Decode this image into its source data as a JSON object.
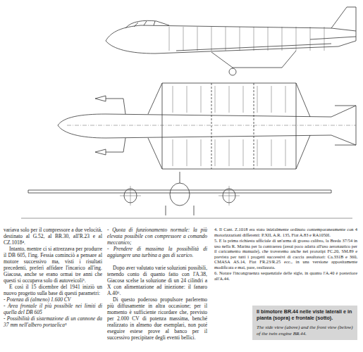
{
  "diagram": {
    "nodes": [
      {
        "text": [
          "Il bimotore BR.44 nelle viste laterali e in pianta (sopra) e frontale (sotto).",
          "The side view (above) and the front view (below) of the twin engine BR.44."
        ]
      }
    ],
    "labels": [
      "variava solo per il compressore a due velocità, destinato al G.52, al BR.30, all'R.23 e al CZ.1018⁴.",
      "Intanto, mentre ci si attrezzava per produrre il DB 605, l'ing. Fessia cominciò a pensare al motore successivo ma, visti i risultati precedenti, preferì affidare l'incarico all'ing. Giacosa, anche se erano ormai tre anni che questi si occupava solo di autoveicoli⁵.",
      "E così il 15 dicembre del 1941 iniziò un nuovo progetto sulla base di questi parametri:",
      "- Potenza di (almeno) 1.600 CV",
      "- Area frontale il più possibile nei limiti di quella del DB 605",
      "- Possibilità di sistemazione di un cannone da 37 mm nell'albero portaelica⁵",
      "- Quota di funzionamento normale: la più elevata possibile con compressore a comando meccanico;",
      "- Prendere di massima la possibilità di aggiungere una turbina a gas di scarico.",
      "Dopo aver valutato varie soluzioni possibili, tenendo conto di quanto fatto con l'A.38, Giacosa scelse la soluzione di un 24 cilindri a X con alimentazione ad iniezione: il fanaro A.40⁶.",
      "Di questo poderoso propulsore parleremo più diffusamente in altra occasione; per il momento è sufficiente ricordare che, previsto per 2.000 CV di potenza massima, benché realizzato in almeno due esemplari, non poté eseguire estese prove al banco per il successivo precipitare degli eventi bellici.",
      "4. Il Cant. Z.1018 era stato inizialmente ordinato contemporaneamente con 4 motorizzazioni differenti: P.XII, A.R. 135, Fiat A.83 e RA1050I.",
      "5. E la prima richiesta ufficiale di un'arma di grosso calibro, la Breda 37/54 in uso nella R. Marina per la contraerea (assai poco adatta all'uso aeronautico per il caricamento manuale), che troveremo anche nei prototipi FC.20, SM.89 e prevista per tutti i progetti successivi di caccia assaltatori: Ca.331B e 360, CMASA AS.14, Fiat FR.23/R.25 ecc., in una versione appositamente modificata e mai, pare, realizzata.",
      "6. Notare l'incongruenza sequenziale delle sigle, in quanto l'A.40 è posteriore all'A.44."
    ]
  }
}
